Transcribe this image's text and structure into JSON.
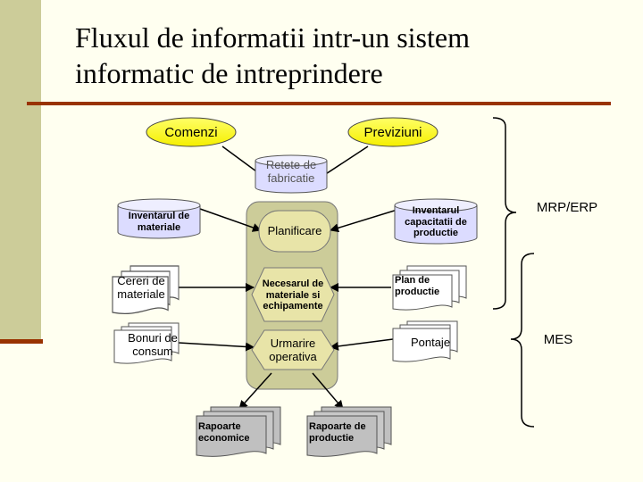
{
  "title_line1": "Fluxul de informatii intr-un sistem",
  "title_line2": "informatic de intreprindere",
  "nodes": {
    "comenzi": "Comenzi",
    "previziuni": "Previziuni",
    "retete_1": "Retete de",
    "retete_2": "fabricatie",
    "inventar_materiale_1": "Inventarul de",
    "inventar_materiale_2": "materiale",
    "planificare": "Planificare",
    "inventar_capacitati_1": "Inventarul",
    "inventar_capacitati_2": "capacitatii de",
    "inventar_capacitati_3": "productie",
    "cereri_1": "Cereri de",
    "cereri_2": "materiale",
    "necesarul_1": "Necesarul de",
    "necesarul_2": "materiale si",
    "necesarul_3": "echipamente",
    "plan_1": "Plan de",
    "plan_2": "productie",
    "bonuri_1": "Bonuri de",
    "bonuri_2": "consum",
    "urmarire_1": "Urmarire",
    "urmarire_2": "operativa",
    "pontaje": "Pontaje",
    "rapoarte_ec_1": "Rapoarte",
    "rapoarte_ec_2": "economice",
    "rapoarte_prod_1": "Rapoarte de",
    "rapoarte_prod_2": "productie"
  },
  "brackets": {
    "mrp_erp": "MRP/ERP",
    "mes": "MES"
  },
  "colors": {
    "background": "#FFFFF0",
    "left_bar": "#CCCC99",
    "rule_line": "#993300",
    "ellipse_yellow": "#FFFF00",
    "cylinder_violet": "#DCDCFF",
    "process_container": "#CCCC99",
    "process_shapes": "#E8E4A8",
    "document_white": "#FFFFFF",
    "document_gray": "#C0C0C0"
  }
}
